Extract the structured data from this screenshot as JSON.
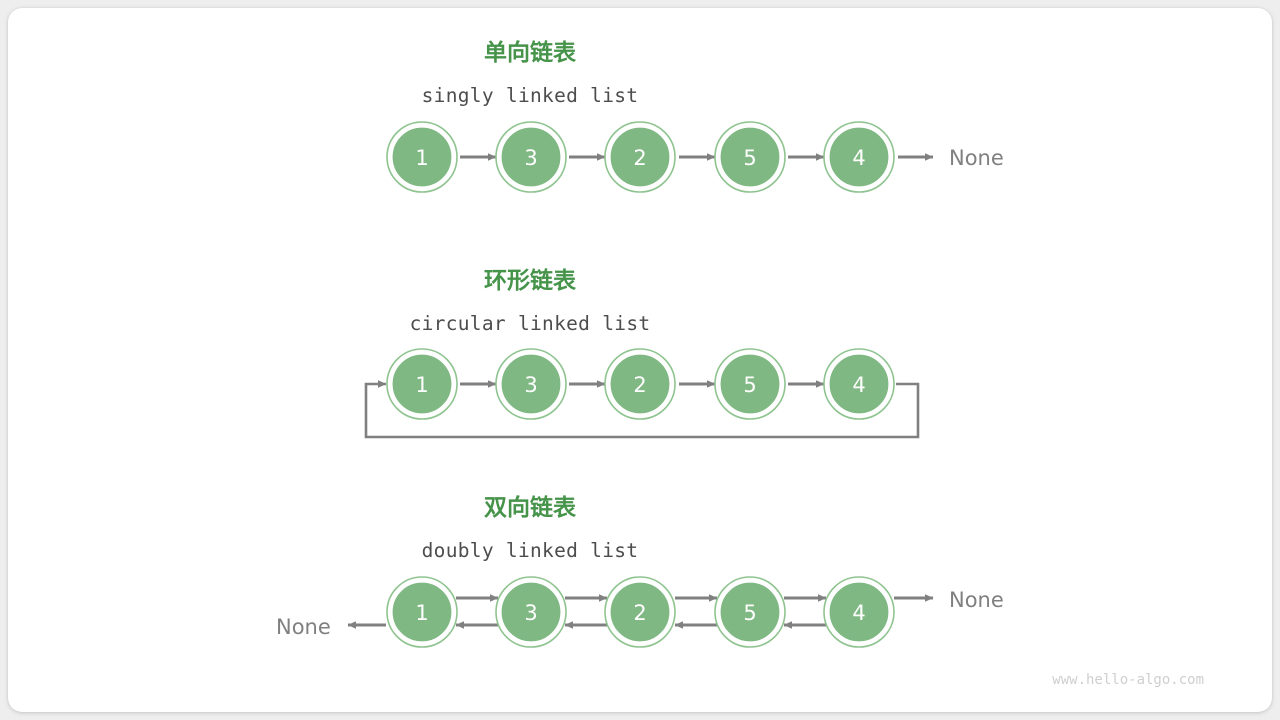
{
  "page": {
    "background_color": "#eeeeee",
    "card_color": "#ffffff",
    "watermark": "www.hello-algo.com"
  },
  "palette": {
    "node_fill": "#7fb883",
    "node_ring": "#8fc490",
    "node_text": "#ffffff",
    "title_green": "#46934a",
    "subtitle_gray": "#4d4d4d",
    "arrow_gray": "#808080",
    "watermark_gray": "#cfcfcf"
  },
  "sections": [
    {
      "id": "singly",
      "title": "单向链表",
      "subtitle": "singly linked list",
      "nodes": [
        "1",
        "3",
        "2",
        "5",
        "4"
      ],
      "tail_label": "None",
      "head_label": null,
      "circular": false,
      "doubly": false
    },
    {
      "id": "circular",
      "title": "环形链表",
      "subtitle": "circular linked list",
      "nodes": [
        "1",
        "3",
        "2",
        "5",
        "4"
      ],
      "tail_label": null,
      "head_label": null,
      "circular": true,
      "doubly": false
    },
    {
      "id": "doubly",
      "title": "双向链表",
      "subtitle": "doubly linked list",
      "nodes": [
        "1",
        "3",
        "2",
        "5",
        "4"
      ],
      "tail_label": "None",
      "head_label": "None",
      "circular": false,
      "doubly": true
    }
  ]
}
